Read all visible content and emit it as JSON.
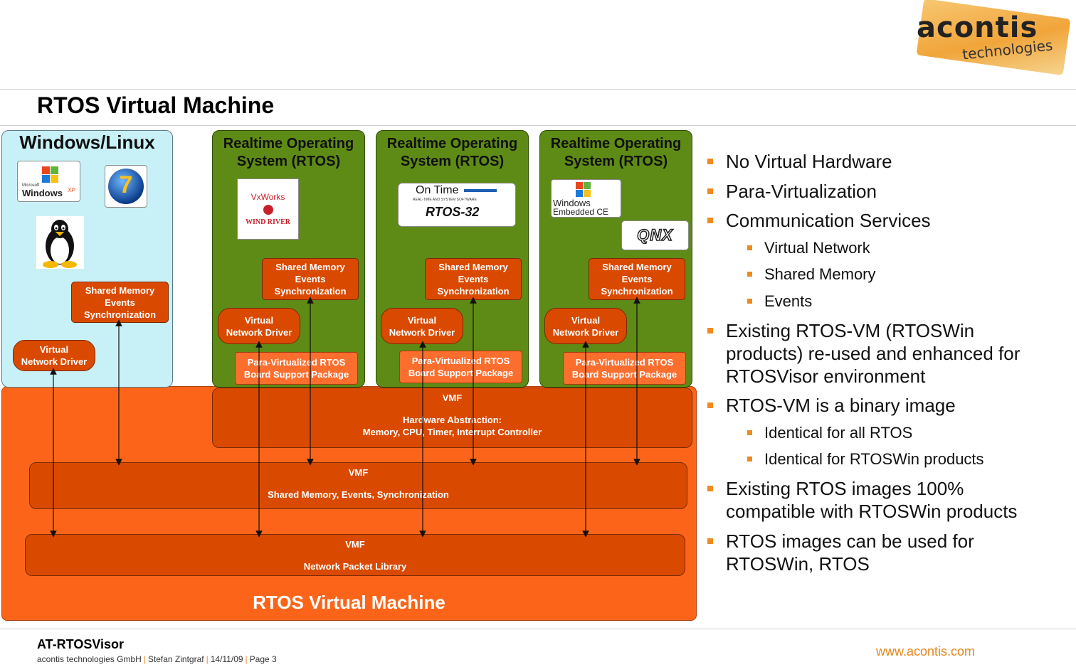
{
  "logo": {
    "wordmark": "acontis",
    "subtitle": "technologies"
  },
  "page_title": "RTOS Virtual Machine",
  "guests": {
    "windows": {
      "title": "Windows/Linux",
      "logos": {
        "winxp": "Windows",
        "winxp_sup": "XP",
        "winxp_small": "Microsoft",
        "win7": "7"
      },
      "shared_memory": [
        "Shared Memory",
        "Events",
        "Synchronization"
      ],
      "network_driver": [
        "Virtual",
        "Network Driver"
      ]
    },
    "rtos1": {
      "title": [
        "Realtime Operating",
        "System (RTOS)"
      ],
      "logo": {
        "line1": "VxWorks",
        "line2": "WIND RIVER"
      },
      "shared_memory": [
        "Shared Memory",
        "Events",
        "Synchronization"
      ],
      "network_driver": [
        "Virtual",
        "Network Driver"
      ],
      "bsp": [
        "Para-Virtualized RTOS",
        "Board Support Package"
      ]
    },
    "rtos2": {
      "title": [
        "Realtime Operating",
        "System (RTOS)"
      ],
      "logo": {
        "line1": "On Time",
        "line2": "REAL-TIME AND SYSTEM SOFTWARE",
        "line3": "RTOS-32"
      },
      "shared_memory": [
        "Shared Memory",
        "Events",
        "Synchronization"
      ],
      "network_driver": [
        "Virtual",
        "Network Driver"
      ],
      "bsp": [
        "Para-Virtualized RTOS",
        "Board Support Package"
      ]
    },
    "rtos3": {
      "title": [
        "Realtime Operating",
        "System (RTOS)"
      ],
      "logo": {
        "line1": "Windows",
        "line2": "Embedded CE",
        "qnx": "QNX"
      },
      "shared_memory": [
        "Shared Memory",
        "Events",
        "Synchronization"
      ],
      "network_driver": [
        "Virtual",
        "Network Driver"
      ],
      "bsp": [
        "Para-Virtualized RTOS",
        "Board Support Package"
      ]
    }
  },
  "vmf_layers": [
    {
      "label": "VMF",
      "text": [
        "Hardware Abstraction:",
        "Memory, CPU, Timer, Interrupt Controller"
      ]
    },
    {
      "label": "VMF",
      "text": [
        "Shared Memory, Events, Synchronization"
      ]
    },
    {
      "label": "VMF",
      "text": [
        "Network Packet Library"
      ]
    }
  ],
  "vm_title": "RTOS Virtual Machine",
  "bullets": [
    {
      "level": 1,
      "lines": [
        "No Virtual Hardware"
      ]
    },
    {
      "level": 1,
      "lines": [
        "Para-Virtualization"
      ]
    },
    {
      "level": 1,
      "lines": [
        "Communication Services"
      ]
    },
    {
      "level": 2,
      "lines": [
        "Virtual Network"
      ]
    },
    {
      "level": 2,
      "lines": [
        "Shared Memory"
      ]
    },
    {
      "level": 2,
      "lines": [
        "Events"
      ]
    },
    {
      "level": 1,
      "lines": [
        "Existing RTOS-VM (RTOSWin",
        "products) re-used and enhanced for",
        "RTOSVisor environment"
      ]
    },
    {
      "level": 1,
      "lines": [
        "RTOS-VM is a binary image"
      ]
    },
    {
      "level": 2,
      "lines": [
        "Identical for all RTOS"
      ]
    },
    {
      "level": 2,
      "lines": [
        "Identical for RTOSWin products"
      ]
    },
    {
      "level": 1,
      "lines": [
        "Existing RTOS images 100%",
        "compatible with RTOSWin products"
      ]
    },
    {
      "level": 1,
      "lines": [
        "RTOS images can be used for",
        "RTOSWin, RTOS"
      ]
    }
  ],
  "footer": {
    "title": "AT-RTOSVisor",
    "company": "acontis technologies GmbH",
    "author": "Stefan Zintgraf",
    "date": "14/11/09",
    "page": "Page 3",
    "url": "www.acontis.com"
  },
  "colors": {
    "vm_orange": "#fc6519",
    "service_orange": "#d94a00",
    "rtos_green": "#5e8a16",
    "windows_cyan": "#c8f1f7",
    "bullet_orange": "#f08a1e"
  }
}
